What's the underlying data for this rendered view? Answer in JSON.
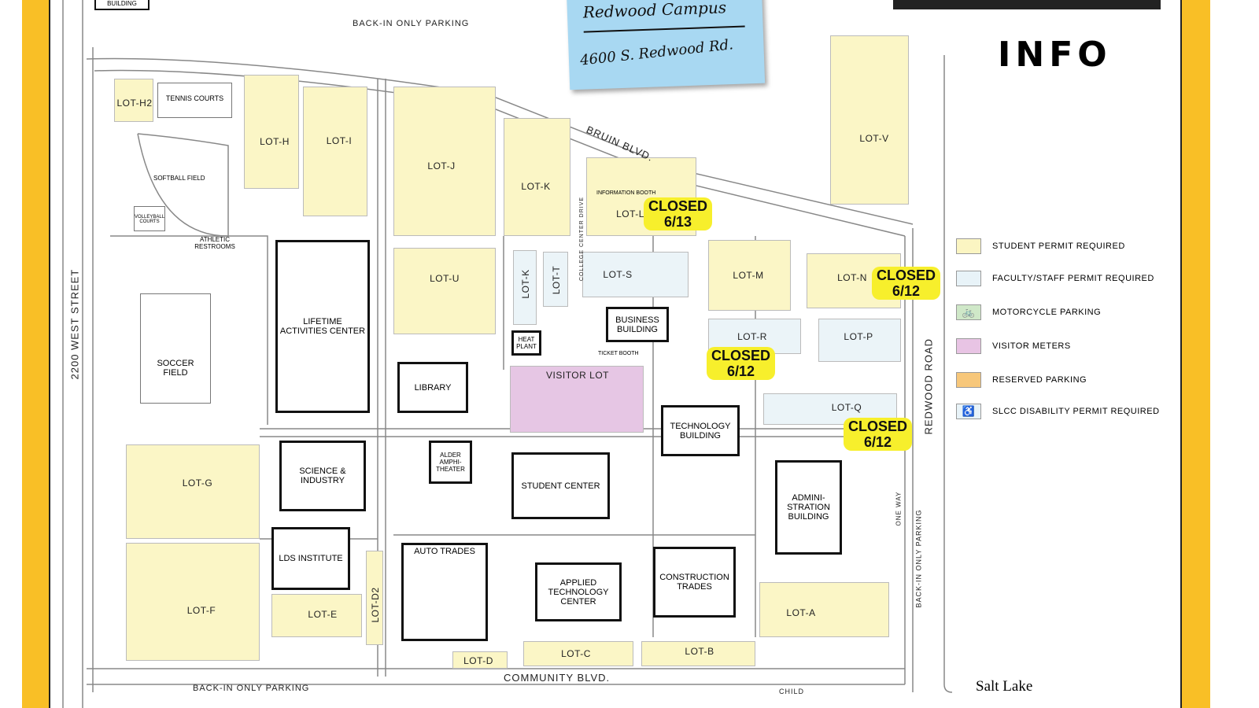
{
  "note": {
    "title": "Redwood Campus",
    "address": "4600 S. Redwood Rd."
  },
  "header": {
    "title": "INFO"
  },
  "top_partial": {
    "building": "BUILDING"
  },
  "lots": [
    "LOT-H2",
    "LOT-H",
    "LOT-I",
    "LOT-J",
    "LOT-K",
    "LOT-L",
    "LOT-V",
    "LOT-U",
    "LOT-K",
    "LOT-T",
    "LOT-S",
    "LOT-M",
    "LOT-N",
    "LOT-R",
    "LOT-P",
    "LOT-Q",
    "VISITOR LOT",
    "LOT-G",
    "LOT-F",
    "LOT-E",
    "LOT-D2",
    "LOT-D",
    "LOT-C",
    "LOT-B",
    "LOT-A"
  ],
  "buildings": [
    "LIFETIME ACTIVITIES CENTER",
    "LIBRARY",
    "SCIENCE & INDUSTRY",
    "ALDER AMPHI-THEATER",
    "STUDENT CENTER",
    "LDS INSTITUTE",
    "AUTO TRADES",
    "APPLIED TECHNOLOGY CENTER",
    "CONSTRUCTION TRADES",
    "ADMINI-STRATION BUILDING",
    "TECHNOLOGY BUILDING",
    "BUSINESS BUILDING",
    "HEAT PLANT"
  ],
  "facilities": {
    "tennis": "TENNIS COURTS",
    "softball": "SOFTBALL FIELD",
    "soccer": "SOCCER FIELD",
    "volleyball": "VOLLEYBALL COURTS",
    "restrooms": "ATHLETIC RESTROOMS",
    "info_booth": "INFORMATION BOOTH",
    "ticket_booth": "TICKET BOOTH"
  },
  "streets": {
    "west": "2200 WEST STREET",
    "bruin": "BRUIN BLVD.",
    "community": "COMMUNITY BLVD.",
    "redwood": "REDWOOD ROAD",
    "college": "COLLEGE CENTER DRIVE",
    "backin_top": "BACK-IN ONLY PARKING",
    "backin_bottom": "BACK-IN ONLY PARKING",
    "backin_right": "BACK-IN ONLY PARKING",
    "one_way": "ONE WAY",
    "child": "CHILD"
  },
  "closures": [
    {
      "status": "CLOSED",
      "date": "6/13"
    },
    {
      "status": "CLOSED",
      "date": "6/12"
    },
    {
      "status": "CLOSED",
      "date": "6/12"
    },
    {
      "status": "CLOSED",
      "date": "6/12"
    }
  ],
  "legend": [
    {
      "label": "STUDENT PERMIT REQUIRED",
      "color": "#fbf5c2",
      "icon": ""
    },
    {
      "label": "FACULTY/STAFF PERMIT REQUIRED",
      "color": "#e8f3f8",
      "icon": ""
    },
    {
      "label": "MOTORCYCLE PARKING",
      "color": "#cfe8c8",
      "icon": "motorcycle-icon"
    },
    {
      "label": "VISITOR METERS",
      "color": "#e8c4e4",
      "icon": ""
    },
    {
      "label": "RESERVED PARKING",
      "color": "#f7c77a",
      "icon": ""
    },
    {
      "label": "SLCC DISABILITY PERMIT REQUIRED",
      "color": "#e8f3f8",
      "icon": "wheelchair-icon"
    }
  ],
  "footer": {
    "logo_text": "Salt Lake"
  }
}
